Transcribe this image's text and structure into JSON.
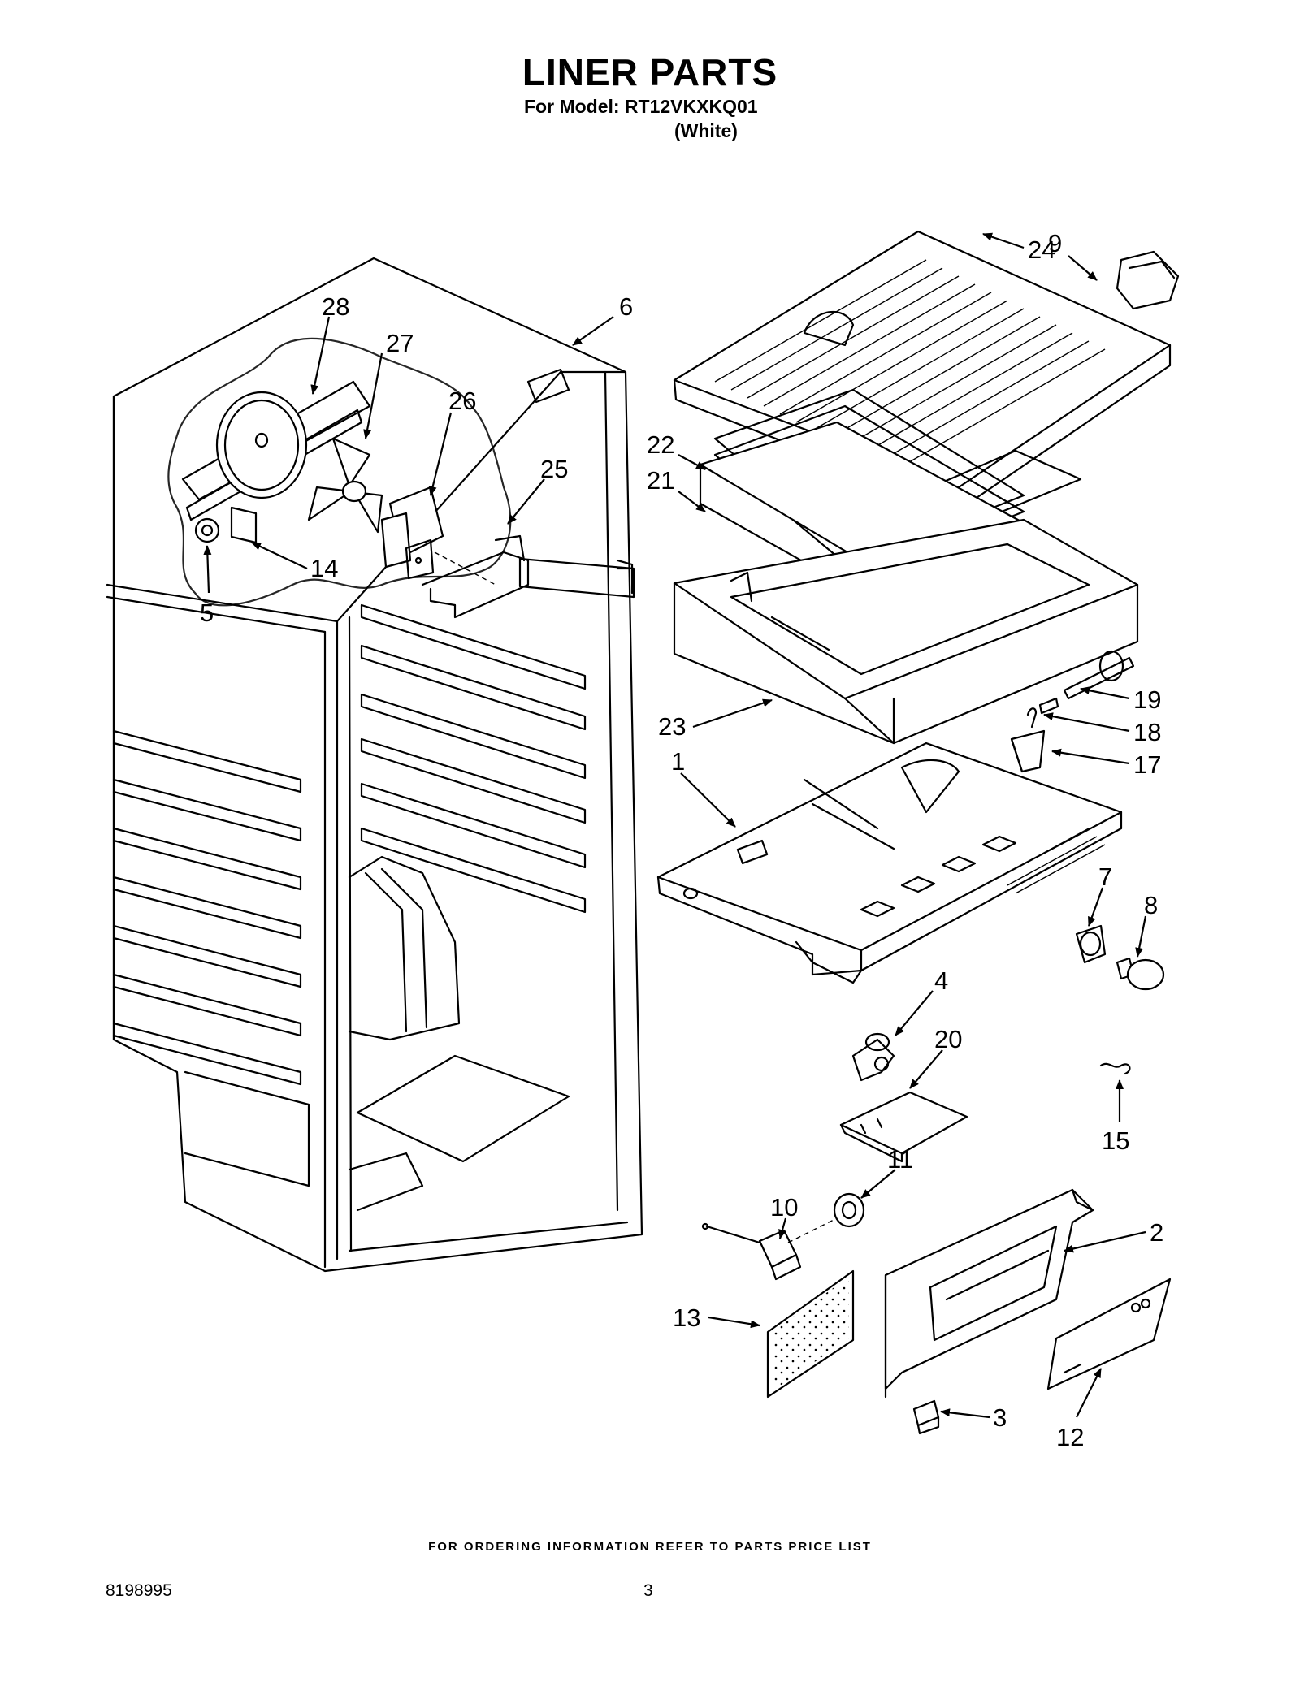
{
  "header": {
    "title": "LINER PARTS",
    "model_line": "For Model: RT12VKXKQ01",
    "color_line": "(White)"
  },
  "callouts": {
    "c1": "1",
    "c2": "2",
    "c3": "3",
    "c4": "4",
    "c5": "5",
    "c6": "6",
    "c7": "7",
    "c8": "8",
    "c9": "9",
    "c10": "10",
    "c11": "11",
    "c12": "12",
    "c13": "13",
    "c14": "14",
    "c15": "15",
    "c17": "17",
    "c18": "18",
    "c19": "19",
    "c20": "20",
    "c21": "21",
    "c22": "22",
    "c23": "23",
    "c24": "24",
    "c25": "25",
    "c26": "26",
    "c27": "27",
    "c28": "28"
  },
  "footer": {
    "note": "FOR ORDERING INFORMATION REFER TO PARTS PRICE LIST",
    "doc_number": "8198995",
    "page_number": "3"
  }
}
